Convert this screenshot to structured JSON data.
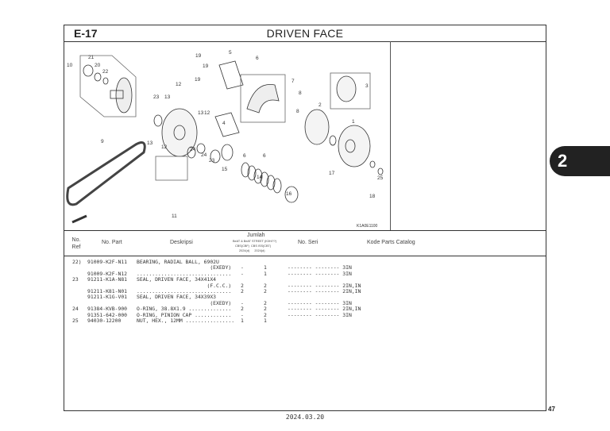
{
  "header": {
    "code": "E-17",
    "title": "DRIVEN FACE"
  },
  "diagram": {
    "image_code": "K1A0E1100",
    "callouts": [
      "1",
      "2",
      "3",
      "4",
      "5",
      "6",
      "6",
      "7",
      "8",
      "8",
      "9",
      "10",
      "11",
      "12",
      "12",
      "12",
      "13",
      "13",
      "13",
      "14",
      "15",
      "16",
      "17",
      "18",
      "19",
      "19",
      "19",
      "20",
      "21",
      "22",
      "23",
      "23",
      "24",
      "24",
      "25"
    ]
  },
  "table": {
    "headers": {
      "ref": "No. Ref",
      "part": "No. Part",
      "desc": "Deskripsi",
      "qty": "Jumlah",
      "qty_sub1": "BeAT & BeAT STREET (K0H/??)",
      "qty_sub2": "CBS(CBF)  CBS ISS(CBT)",
      "qty_sub3": "2024(d)      2024(d)",
      "serial": "No. Seri",
      "catalog": "Kode Parts Catalog"
    },
    "rows": [
      {
        "ref": "22)",
        "part": "91009-K2F-N11",
        "desc": "BEARING, RADIAL BALL, 6902U",
        "q1": "",
        "q2": "",
        "serial": ""
      },
      {
        "ref": "",
        "part": "",
        "desc": "                        (EXEDY)",
        "q1": "-",
        "q2": "1",
        "serial": "-------- -------- 3IN"
      },
      {
        "ref": "",
        "part": "91009-K2F-N12",
        "desc": "...............................",
        "q1": "-",
        "q2": "1",
        "serial": "-------- -------- 3IN"
      },
      {
        "ref": "23",
        "part": "91211-K1A-N81",
        "desc": "SEAL, DRIVEN FACE, 34X41X4",
        "q1": "",
        "q2": "",
        "serial": ""
      },
      {
        "ref": "",
        "part": "",
        "desc": "                       (F.C.C.)",
        "q1": "2",
        "q2": "2",
        "serial": "-------- -------- 2IN,IN"
      },
      {
        "ref": "",
        "part": "91211-K81-N01",
        "desc": "...............................",
        "q1": "2",
        "q2": "2",
        "serial": "-------- -------- 2IN,IN"
      },
      {
        "ref": "",
        "part": "91211-K1G-V01",
        "desc": "SEAL, DRIVEN FACE, 34X39X3",
        "q1": "",
        "q2": "",
        "serial": ""
      },
      {
        "ref": "",
        "part": "",
        "desc": "                        (EXEDY)",
        "q1": "-",
        "q2": "2",
        "serial": "-------- -------- 3IN"
      },
      {
        "ref": "24",
        "part": "91384-KVB-900",
        "desc": "O-RING, 38.8X1.9 ..............",
        "q1": "2",
        "q2": "2",
        "serial": "-------- -------- 2IN,IN"
      },
      {
        "ref": "",
        "part": "91351-642-000",
        "desc": "O-RING, PINION CAP ............",
        "q1": "-",
        "q2": "2",
        "serial": "-------- -------- 3IN"
      },
      {
        "ref": "25",
        "part": "94030-12200",
        "desc": "NUT, HEX., 12MM ................",
        "q1": "1",
        "q2": "1",
        "serial": ""
      }
    ]
  },
  "section_tab": "2",
  "page_number": "47",
  "date": "2024.03.20"
}
